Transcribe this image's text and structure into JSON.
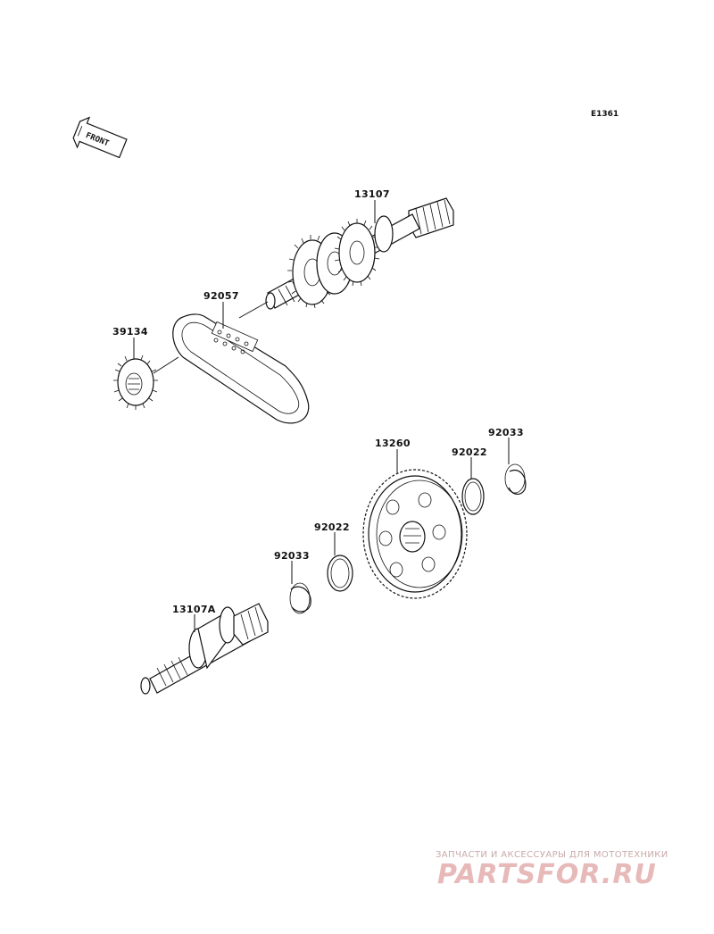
{
  "diagram": {
    "code": "E1361",
    "front_label": "FRONT",
    "labels": {
      "shaft_13107": "13107",
      "chain_92057": "92057",
      "sprocket_39134": "39134",
      "gear_13260": "13260",
      "ring_92022_upper": "92022",
      "circlip_92033_upper": "92033",
      "ring_92022_lower": "92022",
      "circlip_92033_lower": "92033",
      "shaft_13107A": "13107A"
    }
  },
  "watermark": {
    "tagline": "ЗАПЧАСТИ И АКСЕССУАРЫ ДЛЯ МОТОТЕХНИКИ",
    "brand": "PARTSFOR.RU"
  }
}
